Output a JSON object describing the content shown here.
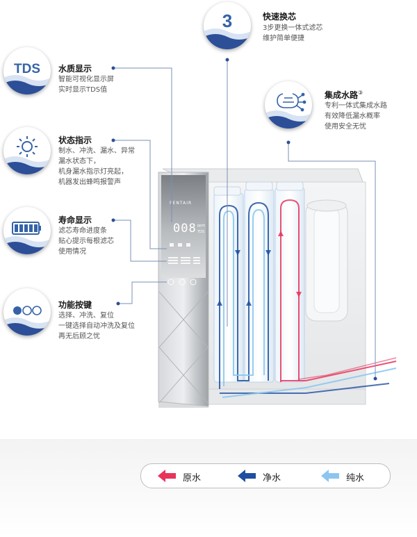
{
  "features": [
    {
      "id": "tds",
      "icon_name": "tds-icon",
      "icon_text": "TDS",
      "title": "水质显示",
      "lines": [
        "智能可视化显示屏",
        "实时显示TDS值"
      ]
    },
    {
      "id": "status",
      "icon_name": "sun-icon",
      "title": "状态指示",
      "lines": [
        "制水、冲洗、漏水、异常",
        "漏水状态下，",
        "机身漏水指示灯亮起，",
        "机器发出蜂鸣报警声"
      ]
    },
    {
      "id": "life",
      "icon_name": "battery-icon",
      "title": "寿命显示",
      "lines": [
        "滤芯寿命进度条",
        "贴心提示每根滤芯",
        "使用情况"
      ]
    },
    {
      "id": "buttons",
      "icon_name": "three-dots-icon",
      "title": "功能按键",
      "lines": [
        "选择、冲洗、复位",
        "一键选择自动冲洗及复位",
        "再无后顾之忧"
      ]
    },
    {
      "id": "swap",
      "icon_name": "number-3-icon",
      "icon_text": "3",
      "title": "快速换芯",
      "lines": [
        "3步更换一体式滤芯",
        "维护简单便捷"
      ]
    },
    {
      "id": "waterway",
      "icon_name": "circuit-icon",
      "title": "集成水路",
      "title_sup": "③",
      "lines": [
        "专利一体式集成水路",
        "有效降低漏水概率",
        "使用安全无忧"
      ]
    }
  ],
  "device": {
    "brand": "PENTAIR",
    "display_value": "008",
    "display_unit_top": "ppm",
    "display_unit_bottom": "TDS"
  },
  "legend": [
    {
      "label": "原水",
      "color": "#e8335b",
      "icon_name": "raw-water-arrow-icon"
    },
    {
      "label": "净水",
      "color": "#1f4fa0",
      "icon_name": "purified-water-arrow-icon"
    },
    {
      "label": "纯水",
      "color": "#8cc6f0",
      "icon_name": "pure-water-arrow-icon"
    }
  ],
  "colors": {
    "badge_blue": "#3463a8",
    "wave_light": "#d7e3f2",
    "wave_dark": "#2c4f97",
    "line": "#7a8fb5"
  }
}
